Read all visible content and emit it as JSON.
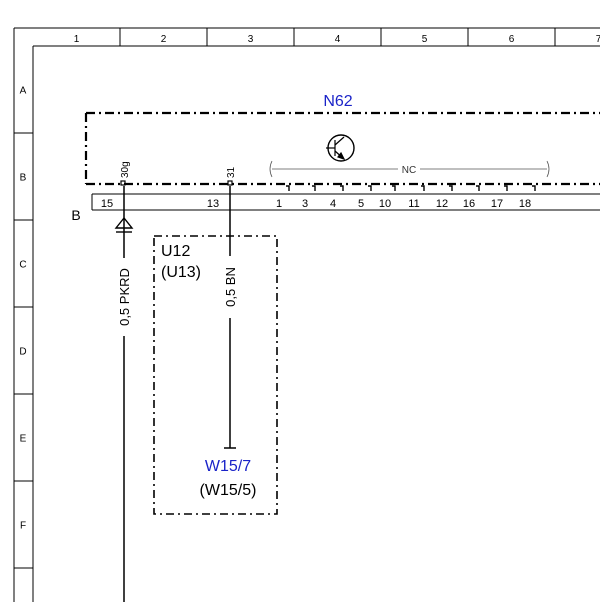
{
  "frame": {
    "columns": [
      "1",
      "2",
      "3",
      "4",
      "5",
      "6",
      "7"
    ],
    "rows": [
      "A",
      "B",
      "C",
      "D",
      "E",
      "F"
    ]
  },
  "module": {
    "name": "N62",
    "nc_label": "NC",
    "connector_label": "B",
    "pin_30g": "30g",
    "pin_31": "31",
    "pins": [
      "15",
      "13",
      "1",
      "3",
      "4",
      "5",
      "10",
      "11",
      "12",
      "16",
      "17",
      "18"
    ]
  },
  "sub_assembly": {
    "name": "U12",
    "alt_name": "(U13)"
  },
  "wires": {
    "left_label": "0,5 PKRD",
    "right_label": "0,5 BN"
  },
  "ground": {
    "name": "W15/7",
    "alt_name": "(W15/5)"
  },
  "colors": {
    "line": "#000000",
    "module_name": "#1a23c8",
    "ground_name": "#1a23c8",
    "nc_line": "#555555"
  }
}
